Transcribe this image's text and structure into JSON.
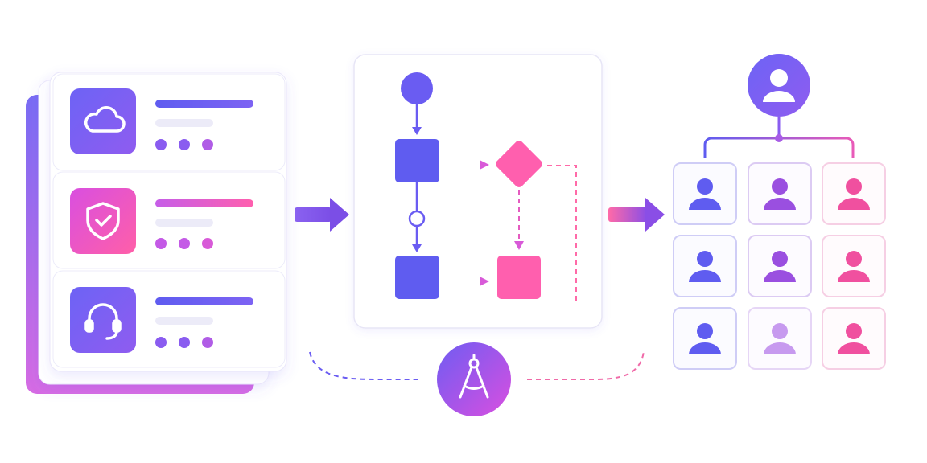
{
  "colors": {
    "indigo": "#5f5cf0",
    "violet": "#8a4ee6",
    "magenta": "#f04ea8",
    "pink": "#ff5fae",
    "card_border": "#ecebfa",
    "soft_line": "#e6e4f7"
  },
  "service_cards": [
    {
      "icon": "cloud-icon",
      "accent": "indigo"
    },
    {
      "icon": "shield-check-icon",
      "accent": "magenta"
    },
    {
      "icon": "headset-icon",
      "accent": "indigo"
    }
  ],
  "flowchart": {
    "nodes": [
      "start-circle",
      "process-box-1",
      "decision-diamond",
      "connector-circle",
      "process-box-2",
      "process-box-3"
    ]
  },
  "org": {
    "top_icon": "user-icon",
    "grid": [
      [
        "indigo",
        "violet",
        "magenta"
      ],
      [
        "indigo",
        "violet",
        "magenta"
      ],
      [
        "indigo",
        "light-violet",
        "magenta"
      ]
    ]
  },
  "center_badge": {
    "icon": "drafting-compass-icon"
  }
}
